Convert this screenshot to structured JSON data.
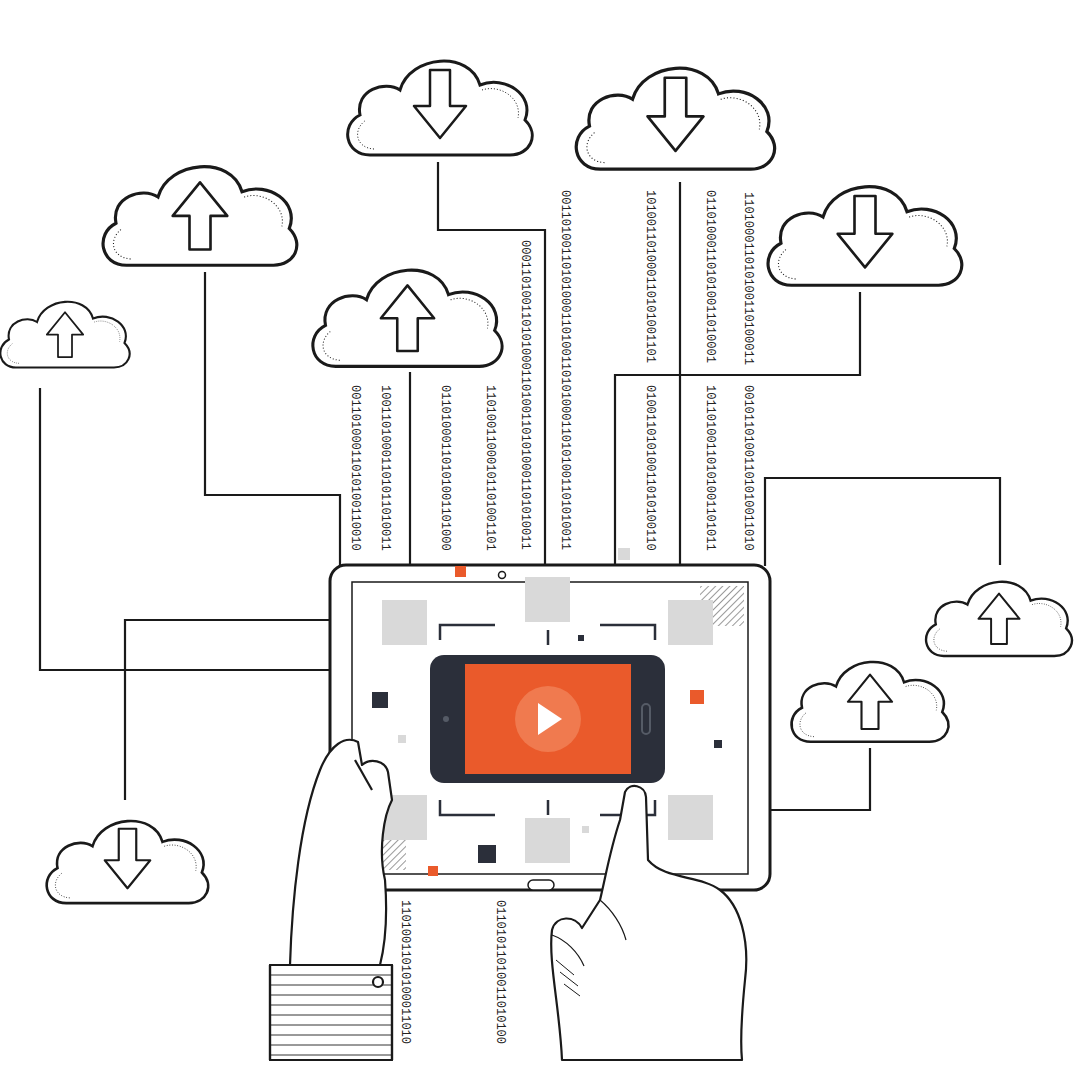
{
  "diagram": {
    "labels": [
      "00110100011010100110010",
      "10011010001101011010011",
      "01101000110101001101000",
      "11010011000101101001101",
      "0001101001101010001101001101010001101010011",
      "00110100110101000110100110101000110101001101010011",
      "101001101000110101001101",
      "01001101010011010100110",
      "011010001101010011010001",
      "10110100110101001101011",
      "110100011010100110100011",
      "00101101001101010011010",
      "11010011010100011010",
      "01101011010011010100"
    ]
  }
}
